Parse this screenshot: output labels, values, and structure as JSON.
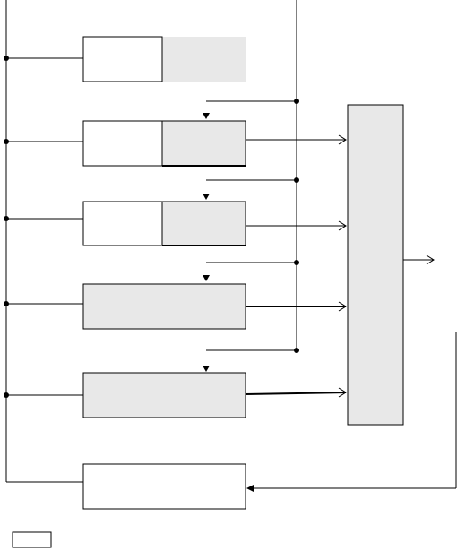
{
  "colors": {
    "line": "#000000",
    "gray_fill": "#e8e8e8",
    "background": "#ffffff"
  },
  "diagram": {
    "stages": [
      {
        "id": "stage-1",
        "type": "split",
        "right_shaded": true,
        "has_input_bus": false
      },
      {
        "id": "stage-2",
        "type": "split",
        "right_shaded": true,
        "has_input_bus": true,
        "feeds_collector": true
      },
      {
        "id": "stage-3",
        "type": "split",
        "right_shaded": true,
        "has_input_bus": true,
        "feeds_collector": true
      },
      {
        "id": "stage-4",
        "type": "full-shaded",
        "has_input_bus": true,
        "feeds_collector": true
      },
      {
        "id": "stage-5",
        "type": "full-shaded",
        "has_input_bus": true,
        "feeds_collector": true
      },
      {
        "id": "stage-6",
        "type": "output",
        "receives_feedback": true
      }
    ],
    "collector": {
      "id": "collector-block",
      "shaded": true,
      "has_output_arrow": true
    },
    "legend": {
      "symbol": "small-rectangle"
    }
  }
}
